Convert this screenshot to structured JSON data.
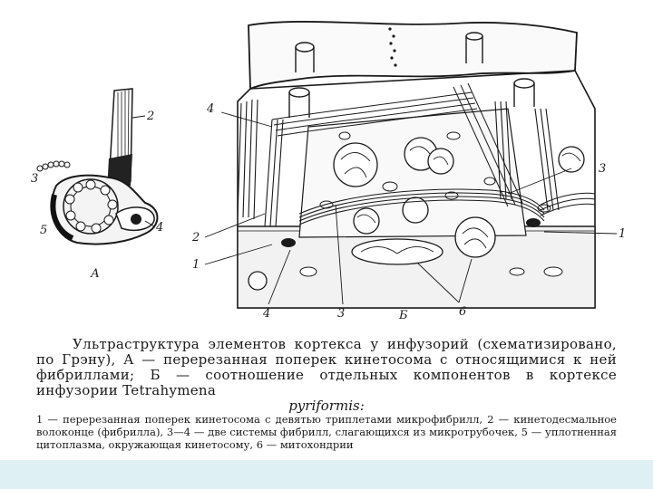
{
  "figure": {
    "panel_a_label": "А",
    "panel_b_label": "Б",
    "a_labels": {
      "l2": "2",
      "l3": "3",
      "l4": "4",
      "l5": "5"
    },
    "b_labels": {
      "l4_top": "4",
      "l3_right": "3",
      "l1_right": "1",
      "l2_left": "2",
      "l1_left": "1",
      "l4_bottom": "4",
      "l3_bottom": "3",
      "l6_bottom": "6"
    }
  },
  "caption": {
    "title": "Ультраструктура элементов кортекса у инфузорий (схематизировано, по Грэну), А — перерезанная поперек кинетосома с относящимися к ней фибриллами; Б — соотношение отдельных компонентов в кортексе инфузории Tetrahymena",
    "species": "pyriformis:"
  },
  "legend": {
    "text": "1 — перерезанная поперек кинетосома с девятью триплетами микрофибрилл, 2 — кинетодесмальное волоконце (фибрилла), 3—4 — две системы фибрилл, слагающихся из микротрубочек, 5 — уплотненная цитоплазма, окружающая кинетосому, 6 — митохондрии"
  },
  "colors": {
    "bottom_band": "#dff0f5",
    "ink": "#1a1a1a"
  }
}
